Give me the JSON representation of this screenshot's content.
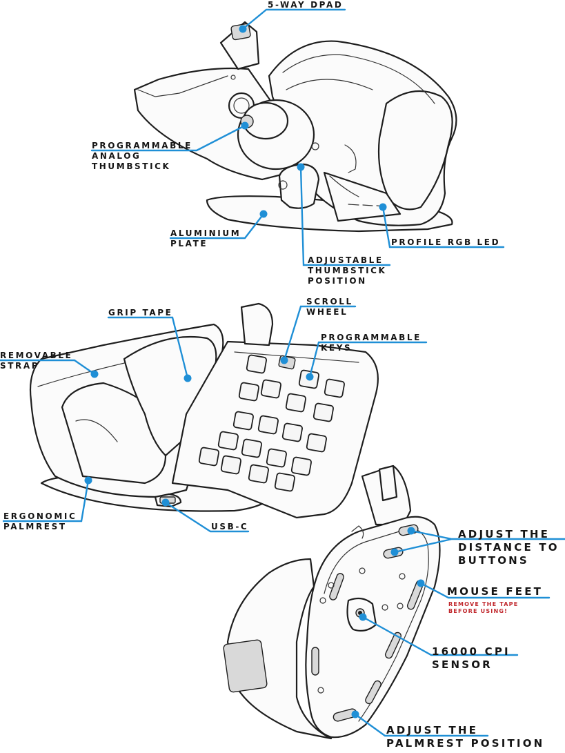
{
  "callouts": {
    "dpad": "5-WAY DPAD",
    "stick": [
      "PROGRAMMABLE",
      "ANALOG",
      "THUMBSTICK"
    ],
    "plate": [
      "ALUMINIUM",
      "PLATE"
    ],
    "led": "PROFILE RGB LED",
    "stick_pos": [
      "ADJUSTABLE",
      "THUMBSTICK",
      "POSITION"
    ],
    "grip": "GRIP TAPE",
    "scroll": [
      "SCROLL",
      "WHEEL"
    ],
    "keys": [
      "PROGRAMMABLE",
      "KEYS"
    ],
    "strap": [
      "REMOVABLE",
      "STRAP"
    ],
    "palmrest": [
      "ERGONOMIC",
      "PALMREST"
    ],
    "usb": "USB-C",
    "distance": [
      "ADJUST THE",
      "DISTANCE TO",
      "BUTTONS"
    ],
    "feet": "MOUSE FEET",
    "feet_note": [
      "REMOVE THE TAPE",
      "BEFORE USING!"
    ],
    "sensor": [
      "16000 CPI",
      "SENSOR"
    ],
    "palm_pos": [
      "ADJUST THE",
      "PALMREST POSITION"
    ]
  },
  "colors": {
    "leader": "#1f8fd6",
    "outline": "#1e1e1e",
    "fill": "#fbfbfb",
    "note": "#c0262b"
  }
}
